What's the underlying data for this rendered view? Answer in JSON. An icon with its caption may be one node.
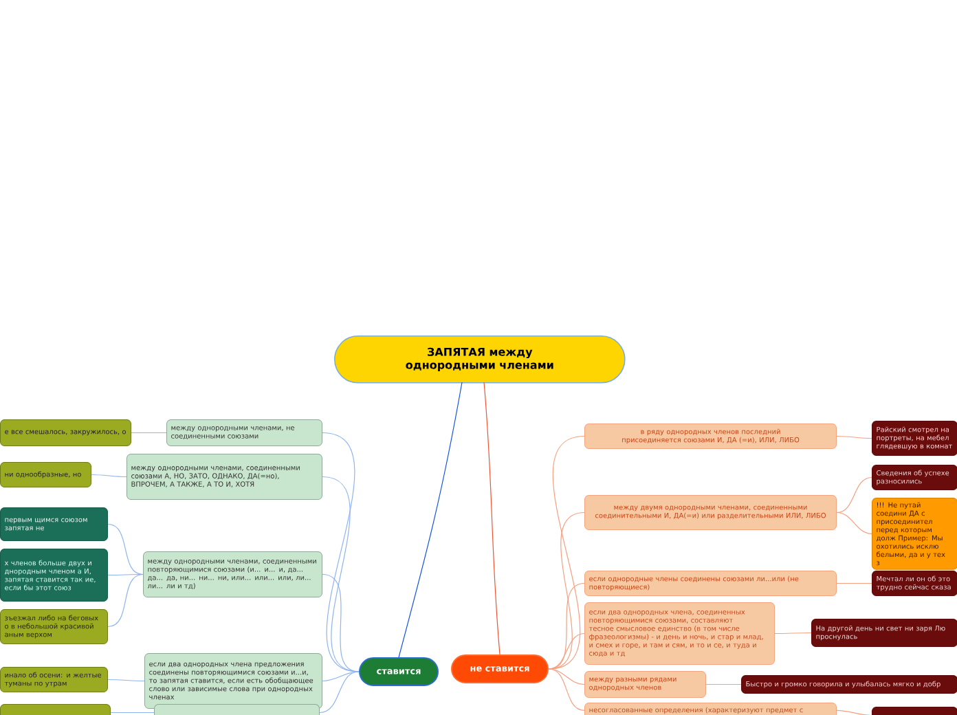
{
  "diagram": {
    "title": "ЗАПЯТАЯ между однородными членами",
    "nodes": [
      {
        "text": [
          "ставится"
        ]
      },
      {
        "text": [
          "не ставится"
        ]
      },
      {
        "text": [
          "между однородными членами, не соединенными союзами"
        ]
      },
      {
        "text": [
          "между однородными членами, соединенными союзами А, НО, ЗАТО, ОДНАКО, ДА(=но), ВПРОЧЕМ, А ТАКЖЕ, А ТО И, ХОТЯ"
        ]
      },
      {
        "text": [
          "между однородными членами, соединенными повторяющимися союзами (и... и... и, да... да... да, ни... ни... ни, или... или... или, ли... ли... ли и тд)"
        ]
      },
      {
        "text": [
          "если два однородных члена предложения соединены повторяющимися союзами и...и, то запятая ставится, если есть обобщающее слово или зависимые слова при однородных членах"
        ]
      },
      {
        "text": [],
        "shape": "box"
      },
      {
        "text": [
          "е все смешалось, закружилось, о"
        ]
      },
      {
        "text": [
          "ни однообразные, но"
        ]
      },
      {
        "text": [
          "первым щимся союзом запятая не"
        ]
      },
      {
        "text": [
          "х членов больше двух и днородным членом а И, запятая ставится так ие, если бы этот союз"
        ]
      },
      {
        "text": [
          "зъезжал либо на беговых о в небольшой красивой аным верхом"
        ]
      },
      {
        "text": [
          "инало об осени: и желтые туманы по утрам"
        ]
      },
      {
        "text": [],
        "shape": "box"
      },
      {
        "text": [
          "в ряду однородных членов последний присоединяется союзами И, ДА (=и), ИЛИ, ЛИБО"
        ]
      },
      {
        "text": [
          "между двумя однородными членами, соединенными соединительными И, ДА(=и) или разделительными ИЛИ, ЛИБО"
        ]
      },
      {
        "text": [
          "если однородные члены соединены союзами ли...или (не повторяющиеся)"
        ]
      },
      {
        "text": [
          "если два однородных члена, соединенных повторяющимися союзами, составляют тесное смысловое единство (в том числе фразеологизмы) - и день и ночь, и стар и млад, и смех и горе, и там и сям, и то и се, и туда и сюда и тд"
        ]
      },
      {
        "text": [
          "между разными рядами однородных членов"
        ]
      },
      {
        "text": [
          "несогласованные определения (характеризуют предмет с"
        ]
      },
      {
        "text": [
          "Райский смотрел на портреты, на мебел глядевшую в комнат"
        ]
      },
      {
        "text": [
          "Сведения об успехе разносились"
        ]
      },
      {
        "text": [
          "!!! Не путай соедини ДА с присоединител перед которым долж Пример: Мы охотились исклю белыми, да и у тех з"
        ]
      },
      {
        "text": [
          "Мечтал ли он об это трудно сейчас сказа"
        ]
      },
      {
        "text": [
          "На другой день ни свет ни заря Лю проснулась"
        ]
      },
      {
        "text": [
          "Быстро и громко говорила и улыбалась мягко и добр"
        ]
      },
      {
        "text": [],
        "shape": "box"
      }
    ],
    "edges": [
      {
        "from": null,
        "to": 0,
        "arrow": "none",
        "color": "#1155dd"
      },
      {
        "from": null,
        "to": 1,
        "arrow": "none",
        "color": "#ee5533"
      },
      {
        "from": 0,
        "to": 2,
        "arrow": "none",
        "color": "#8fb4f0"
      },
      {
        "from": 0,
        "to": 3,
        "arrow": "none",
        "color": "#8fb4f0"
      },
      {
        "from": 0,
        "to": 4,
        "arrow": "none",
        "color": "#8fb4f0"
      },
      {
        "from": 0,
        "to": 5,
        "arrow": "none",
        "color": "#8fb4f0"
      },
      {
        "from": 0,
        "to": 13,
        "arrow": "none",
        "color": "#8fb4f0"
      },
      {
        "from": 2,
        "to": 7,
        "arrow": "none",
        "color": "#8fb4f0"
      },
      {
        "from": 3,
        "to": 8,
        "arrow": "none",
        "color": "#8fb4f0"
      },
      {
        "from": 4,
        "to": 9,
        "arrow": "none",
        "color": "#8fb4f0"
      },
      {
        "from": 4,
        "to": 10,
        "arrow": "none",
        "color": "#8fb4f0"
      },
      {
        "from": 4,
        "to": 11,
        "arrow": "none",
        "color": "#8fb4f0"
      },
      {
        "from": 5,
        "to": 12,
        "arrow": "none",
        "color": "#8fb4f0"
      },
      {
        "from": 13,
        "to": 6,
        "arrow": "none",
        "color": "#8fb4f0"
      },
      {
        "from": 1,
        "to": 14,
        "arrow": "none",
        "color": "#f5a080"
      },
      {
        "from": 1,
        "to": 15,
        "arrow": "none",
        "color": "#f5a080"
      },
      {
        "from": 1,
        "to": 16,
        "arrow": "none",
        "color": "#f5a080"
      },
      {
        "from": 1,
        "to": 17,
        "arrow": "none",
        "color": "#f5a080"
      },
      {
        "from": 1,
        "to": 18,
        "arrow": "none",
        "color": "#f5a080"
      },
      {
        "from": 1,
        "to": 19,
        "arrow": "none",
        "color": "#f5a080"
      },
      {
        "from": 14,
        "to": 20,
        "arrow": "none",
        "color": "#f5a080"
      },
      {
        "from": 15,
        "to": 21,
        "arrow": "none",
        "color": "#f5a080"
      },
      {
        "from": 15,
        "to": 22,
        "arrow": "none",
        "color": "#f5a080"
      },
      {
        "from": 16,
        "to": 23,
        "arrow": "none",
        "color": "#f5a080"
      },
      {
        "from": 17,
        "to": 24,
        "arrow": "none",
        "color": "#f5a080"
      },
      {
        "from": 18,
        "to": 25,
        "arrow": "none",
        "color": "#f5a080"
      },
      {
        "from": 19,
        "to": 26,
        "arrow": "none",
        "color": "#f5a080"
      }
    ]
  }
}
